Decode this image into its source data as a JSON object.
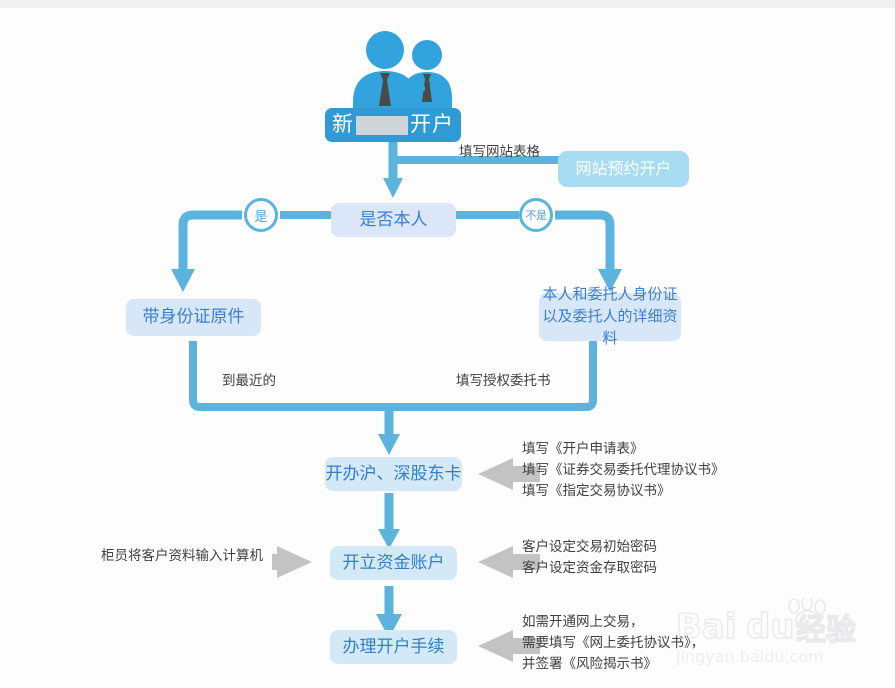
{
  "page": {
    "title": "证券新开户流程图",
    "background": "#fdfdfe",
    "accent_wire": "#5cb3dd",
    "accent_header": "#2f9ad6",
    "accent_box": "#dbe6f8",
    "accent_text": "#3b7fd4",
    "grey_arrow": "#c3c3c3"
  },
  "icon": {
    "people": "two-business-people-icon",
    "people_color": "#33a3dd",
    "tie_color": "#4a4a4a"
  },
  "nodes": {
    "header": {
      "prefix": "新",
      "redacted": true,
      "suffix": "开户",
      "full_label": "新　　开户"
    },
    "online": {
      "label": "网站预约开户"
    },
    "decision": {
      "label": "是否本人"
    },
    "yes_circle": {
      "label": "是"
    },
    "no_circle": {
      "label": "不是"
    },
    "branch_self": {
      "label": "带身份证原件"
    },
    "branch_proxy": {
      "label": "本人和委托人身份证\n以及委托人的详细资料"
    },
    "step_card": {
      "label": "开办沪、深股东卡"
    },
    "step_fund": {
      "label": "开立资金账户"
    },
    "step_finish": {
      "label": "办理开户手续"
    }
  },
  "edge_labels": {
    "website_form": "填写网站表格",
    "to_nearest": "到最近的",
    "fill_proxy_letter": "填写授权委托书"
  },
  "annotations": {
    "card_notes": "填写《开户申请表》\n填写《证券交易委托代理协议书》\n填写《指定交易协议书》",
    "fund_left": "柜员将客户资料输入计算机",
    "fund_right": "客户设定交易初始密码\n客户设定资金存取密码",
    "finish_notes": "如需开通网上交易，\n需要填写《网上委托协议书》，\n并签署《风险揭示书》"
  },
  "watermark": {
    "brand": "Bai",
    "brand2": "du",
    "cn": "经验",
    "url": "jingyan.baidu.com"
  }
}
